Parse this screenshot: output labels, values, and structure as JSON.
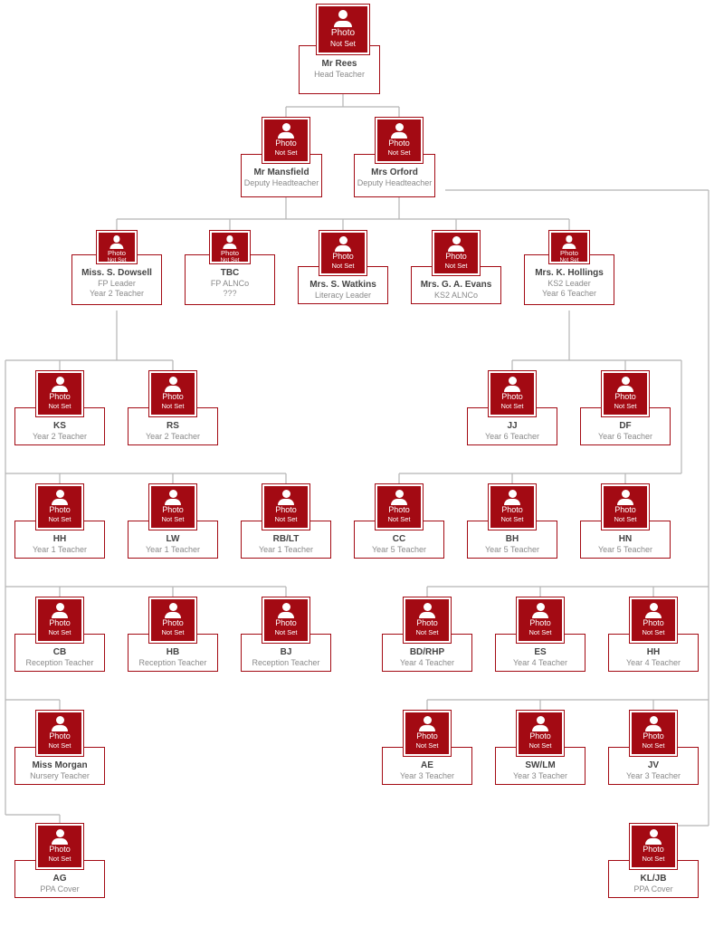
{
  "colors": {
    "accent": "#a30a13",
    "line": "#b5b5b5",
    "name": "#444444",
    "role": "#8a8a8a"
  },
  "photo_placeholder": {
    "icon": "user-silhouette-icon",
    "line1": "Photo",
    "line2": "Not Set"
  },
  "staff": [
    {
      "id": "rees",
      "name": "Mr Rees",
      "roles": [
        "Head Teacher"
      ]
    },
    {
      "id": "mansfield",
      "name": "Mr Mansfield",
      "roles": [
        "Deputy Headteacher"
      ]
    },
    {
      "id": "orford",
      "name": "Mrs Orford",
      "roles": [
        "Deputy Headteacher"
      ]
    },
    {
      "id": "dowsell",
      "name": "Miss. S. Dowsell",
      "roles": [
        "FP Leader",
        "Year 2 Teacher"
      ]
    },
    {
      "id": "tbc",
      "name": "TBC",
      "roles": [
        "FP ALNCo",
        "???"
      ]
    },
    {
      "id": "watkins",
      "name": "Mrs. S. Watkins",
      "roles": [
        "Literacy Leader"
      ]
    },
    {
      "id": "evans",
      "name": "Mrs. G. A. Evans",
      "roles": [
        "KS2 ALNCo"
      ]
    },
    {
      "id": "hollings",
      "name": "Mrs. K. Hollings",
      "roles": [
        "KS2 Leader",
        "Year 6 Teacher"
      ]
    },
    {
      "id": "ks",
      "name": "KS",
      "roles": [
        "Year 2 Teacher"
      ]
    },
    {
      "id": "rs",
      "name": "RS",
      "roles": [
        "Year 2 Teacher"
      ]
    },
    {
      "id": "jj",
      "name": "JJ",
      "roles": [
        "Year 6 Teacher"
      ]
    },
    {
      "id": "df",
      "name": "DF",
      "roles": [
        "Year 6 Teacher"
      ]
    },
    {
      "id": "hh1",
      "name": "HH",
      "roles": [
        "Year 1 Teacher"
      ]
    },
    {
      "id": "lw",
      "name": "LW",
      "roles": [
        "Year 1 Teacher"
      ]
    },
    {
      "id": "rblt",
      "name": "RB/LT",
      "roles": [
        "Year 1 Teacher"
      ]
    },
    {
      "id": "cc",
      "name": "CC",
      "roles": [
        "Year 5 Teacher"
      ]
    },
    {
      "id": "bh",
      "name": "BH",
      "roles": [
        "Year 5 Teacher"
      ]
    },
    {
      "id": "hn",
      "name": "HN",
      "roles": [
        "Year 5 Teacher"
      ]
    },
    {
      "id": "cb",
      "name": "CB",
      "roles": [
        "Reception Teacher"
      ]
    },
    {
      "id": "hb",
      "name": "HB",
      "roles": [
        "Reception Teacher"
      ]
    },
    {
      "id": "bj",
      "name": "BJ",
      "roles": [
        "Reception Teacher"
      ]
    },
    {
      "id": "bdrhp",
      "name": "BD/RHP",
      "roles": [
        "Year 4 Teacher"
      ]
    },
    {
      "id": "es",
      "name": "ES",
      "roles": [
        "Year 4 Teacher"
      ]
    },
    {
      "id": "hh4",
      "name": "HH",
      "roles": [
        "Year 4 Teacher"
      ]
    },
    {
      "id": "morgan",
      "name": "Miss Morgan",
      "roles": [
        "Nursery Teacher"
      ]
    },
    {
      "id": "ae",
      "name": "AE",
      "roles": [
        "Year 3 Teacher"
      ]
    },
    {
      "id": "swlm",
      "name": "SW/LM",
      "roles": [
        "Year 3 Teacher"
      ]
    },
    {
      "id": "jv",
      "name": "JV",
      "roles": [
        "Year 3 Teacher"
      ]
    },
    {
      "id": "ag",
      "name": "AG",
      "roles": [
        "PPA Cover"
      ]
    },
    {
      "id": "kljb",
      "name": "KL/JB",
      "roles": [
        "PPA Cover"
      ]
    }
  ]
}
